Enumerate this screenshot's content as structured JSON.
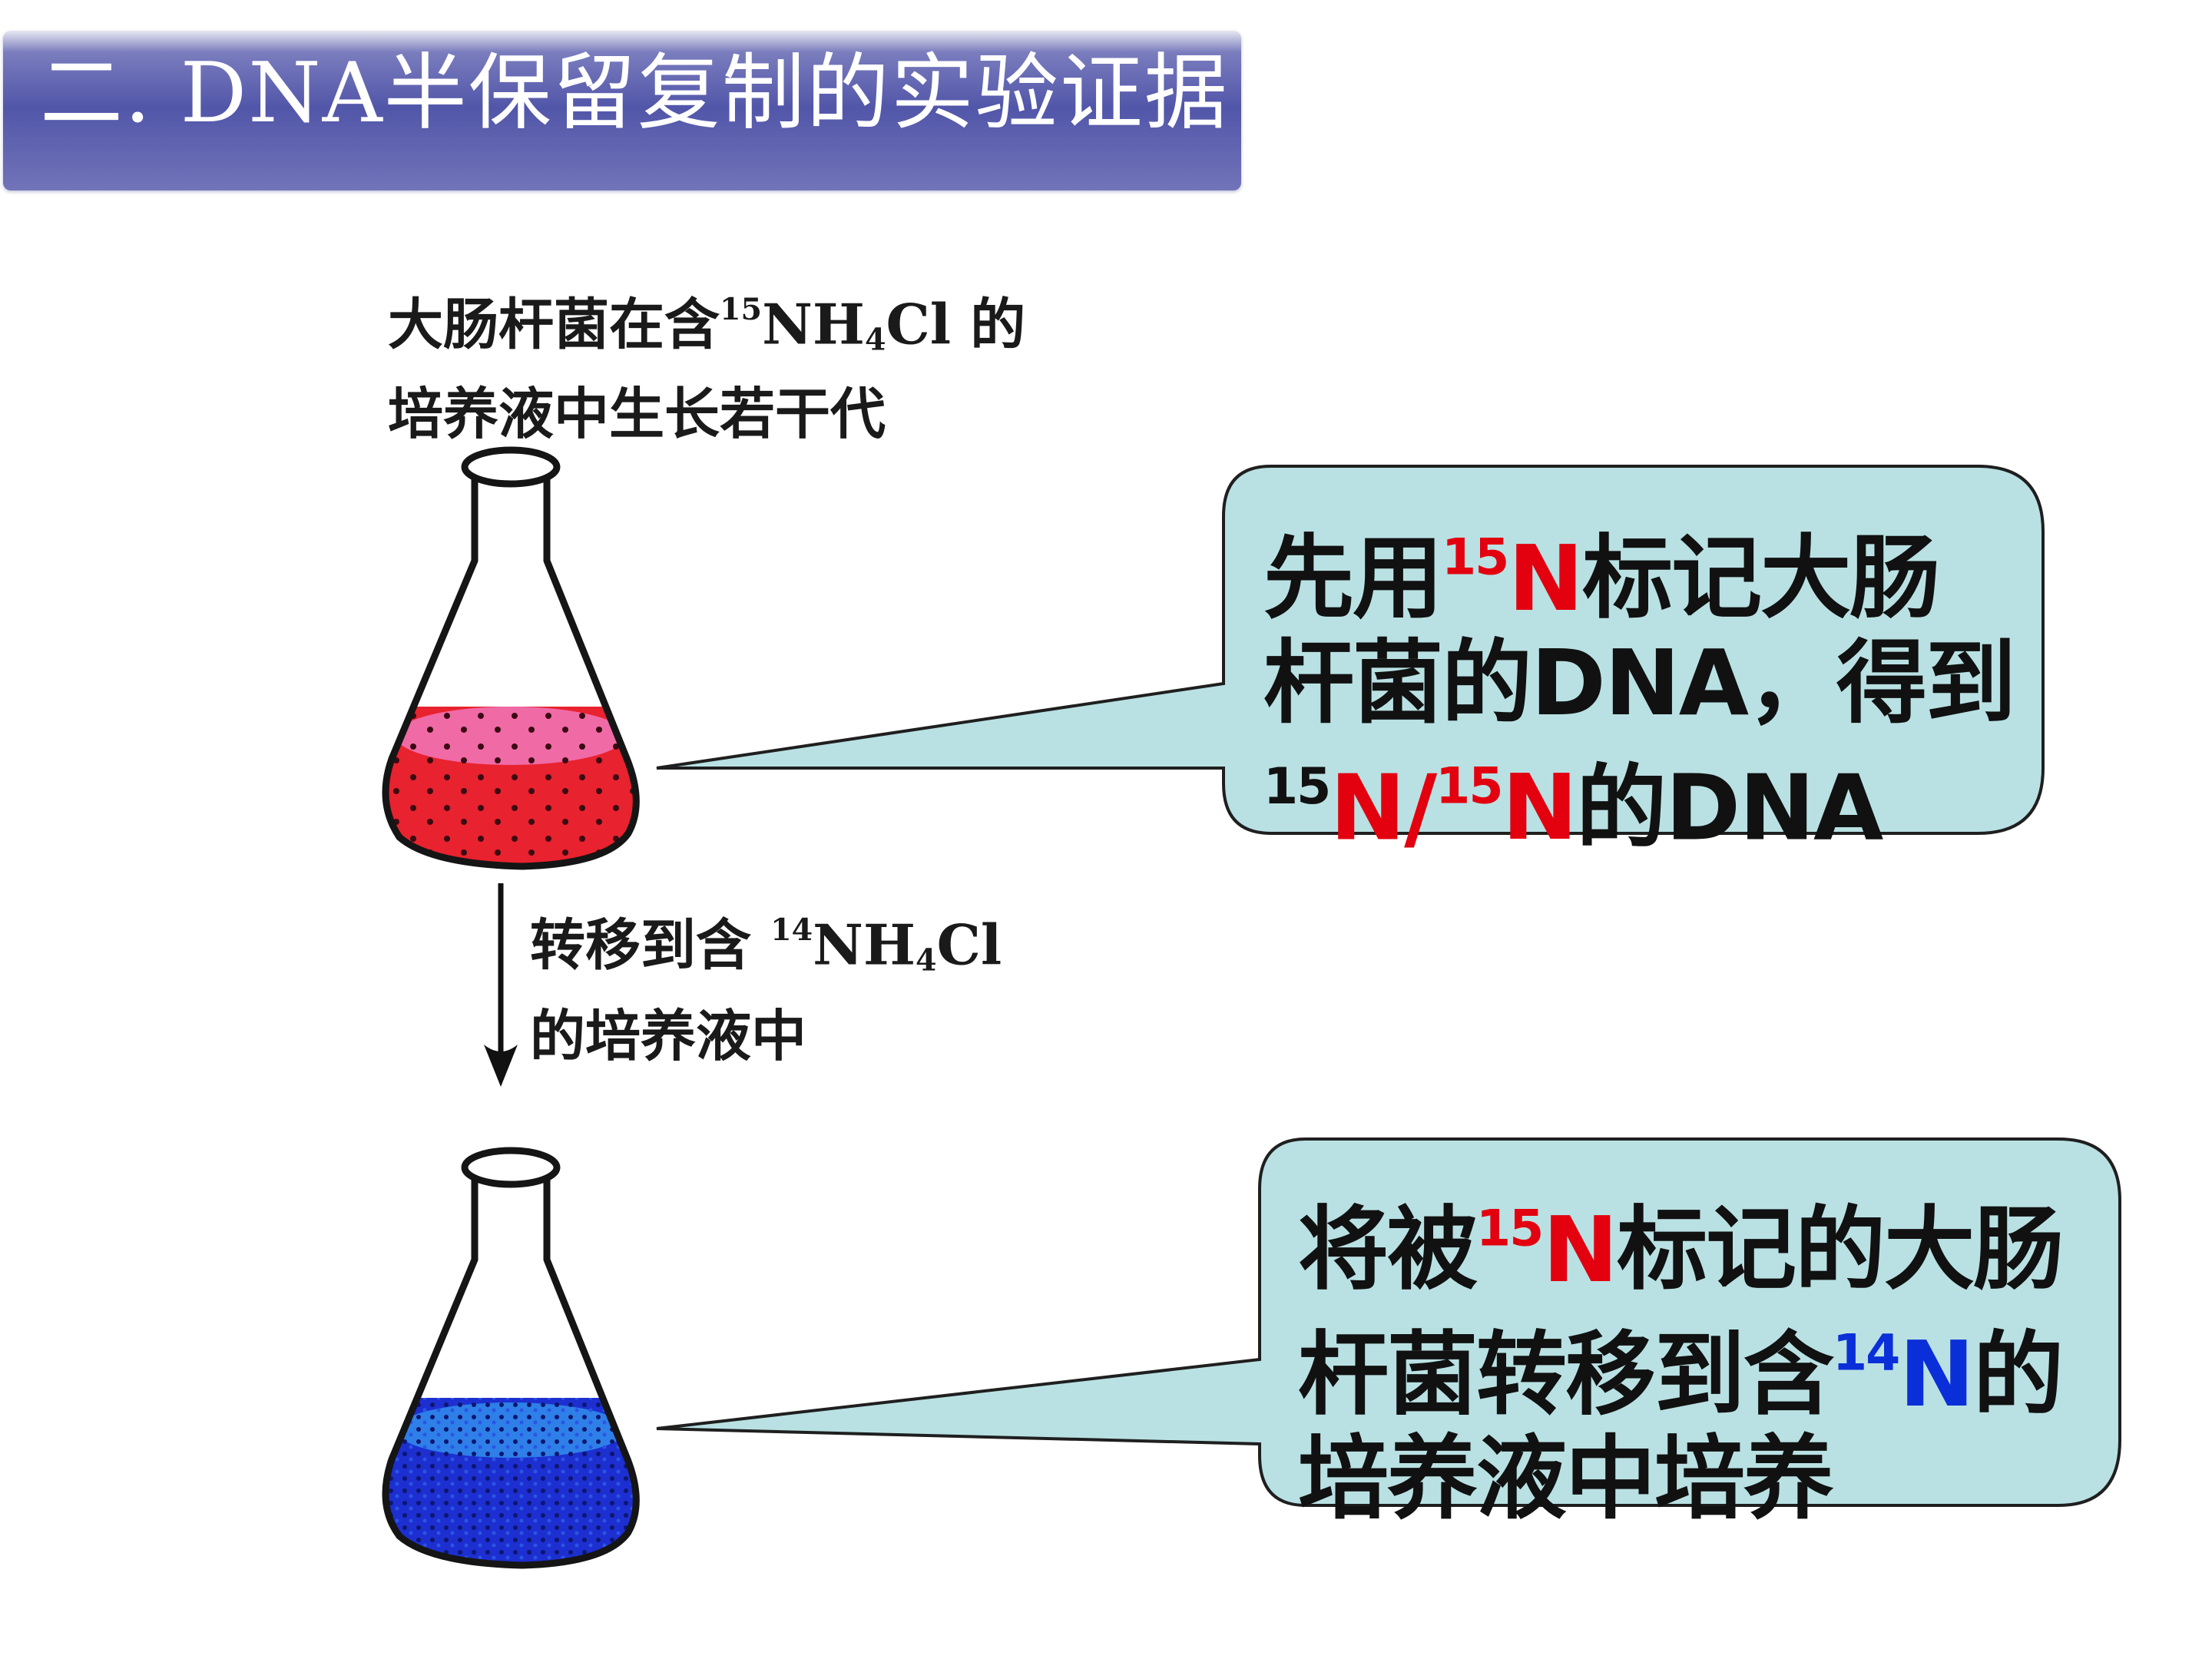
{
  "title": "二. DNA半保留复制的实验证据",
  "figure": {
    "top_caption": {
      "line1_before": "大肠杆菌在含",
      "line1_sup": "15",
      "line1_nh": "NH",
      "line1_sub": "4",
      "line1_after": "Cl 的",
      "line2": "培养液中生长若干代"
    },
    "arrow_caption": {
      "line1_before": "转移到含",
      "line1_sup": "14",
      "line1_nh": "NH",
      "line1_sub": "4",
      "line1_after": "Cl",
      "line2": "的培养液中"
    }
  },
  "callout1": {
    "line1_a": "先用",
    "line1_sup": "15",
    "line1_n": "N",
    "line1_b": "标记大肠",
    "line2": "杆菌的DNA，得到",
    "line3_sup1": "15",
    "line3_n1": "N/",
    "line3_sup2": "15",
    "line3_n2": "N",
    "line3_b": "的DNA"
  },
  "callout2": {
    "line1_a": "将被",
    "line1_sup": "15",
    "line1_n": "N",
    "line1_b": "标记的大肠",
    "line2_a": "杆菌转移到含",
    "line2_sup": "14",
    "line2_n": "N",
    "line2_b": "的",
    "line3": "培养液中培养"
  },
  "colors": {
    "title_bar": "#5256a9",
    "callout_fill": "#b9e1e3",
    "red_medium": "#e8222e",
    "blue_medium": "#1d2fd0",
    "label_red": "#e3000f",
    "label_blue": "#0a2fd8"
  }
}
